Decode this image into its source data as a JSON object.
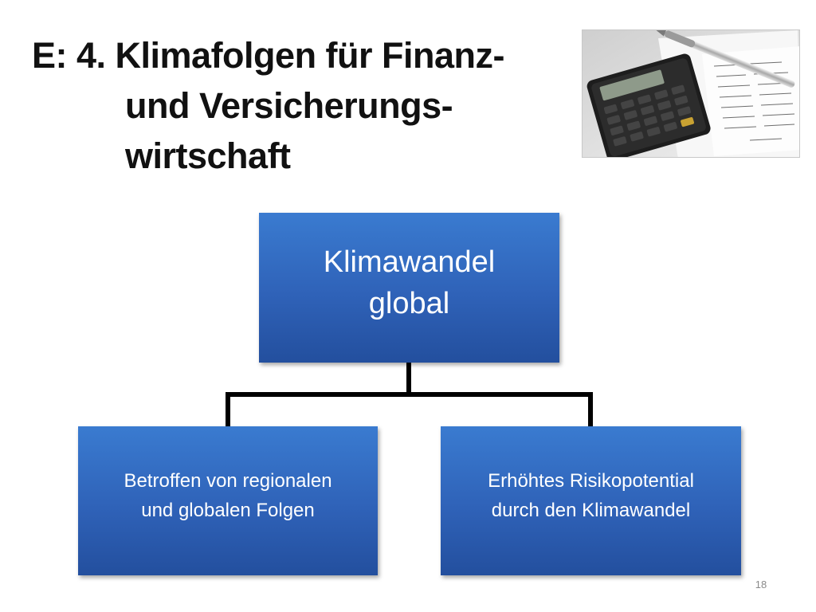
{
  "slide": {
    "title_lines": [
      "E: 4. Klimafolgen für Finanz-",
      "und Versicherungs-",
      "wirtschaft"
    ],
    "page_number": "18"
  },
  "diagram": {
    "root": {
      "lines": [
        "Klimawandel",
        "global"
      ]
    },
    "children": [
      {
        "lines": [
          "Betroffen von regionalen",
          "und globalen Folgen"
        ]
      },
      {
        "lines": [
          "Erhöhtes Risikopotential",
          "durch den Klimawandel"
        ]
      }
    ]
  },
  "colors": {
    "box_fill": "#2f62b8",
    "box_text": "#ffffff",
    "connector": "#000000",
    "title_text": "#111111"
  },
  "photo": {
    "icon": "calculator-on-papers-photo"
  }
}
